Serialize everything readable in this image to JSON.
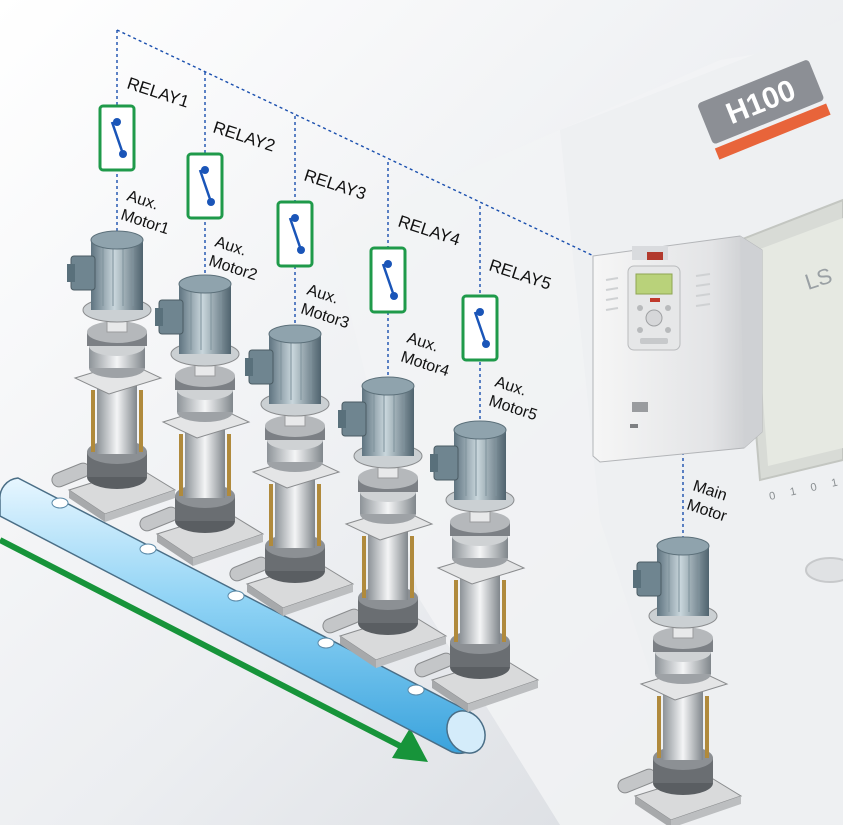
{
  "brand": {
    "model_badge": "H100",
    "logo_partial": "LS",
    "keypad_partial": "0 1 0 1"
  },
  "relays": [
    {
      "relay_label": "RELAY1",
      "aux_line1": "Aux.",
      "aux_line2": "Motor1"
    },
    {
      "relay_label": "RELAY2",
      "aux_line1": "Aux.",
      "aux_line2": "Motor2"
    },
    {
      "relay_label": "RELAY3",
      "aux_line1": "Aux.",
      "aux_line2": "Motor3"
    },
    {
      "relay_label": "RELAY4",
      "aux_line1": "Aux.",
      "aux_line2": "Motor4"
    },
    {
      "relay_label": "RELAY5",
      "aux_line1": "Aux.",
      "aux_line2": "Motor5"
    }
  ],
  "main_motor": {
    "line1": "Main",
    "line2": "Motor"
  },
  "colors": {
    "relay_box": "#1f9a4a",
    "switch": "#1a55b8",
    "control_line": "#1a4fae",
    "flow_arrow": "#17943a",
    "header_pipe": "#8fd3f5",
    "badge_stripe": "#e8643a",
    "badge_bg": "#8c8f95"
  },
  "icons": {
    "relay": "relay-switch-icon",
    "pump": "vertical-pump-icon",
    "inverter": "inverter-drive-icon",
    "flow": "flow-direction-arrow-icon"
  }
}
